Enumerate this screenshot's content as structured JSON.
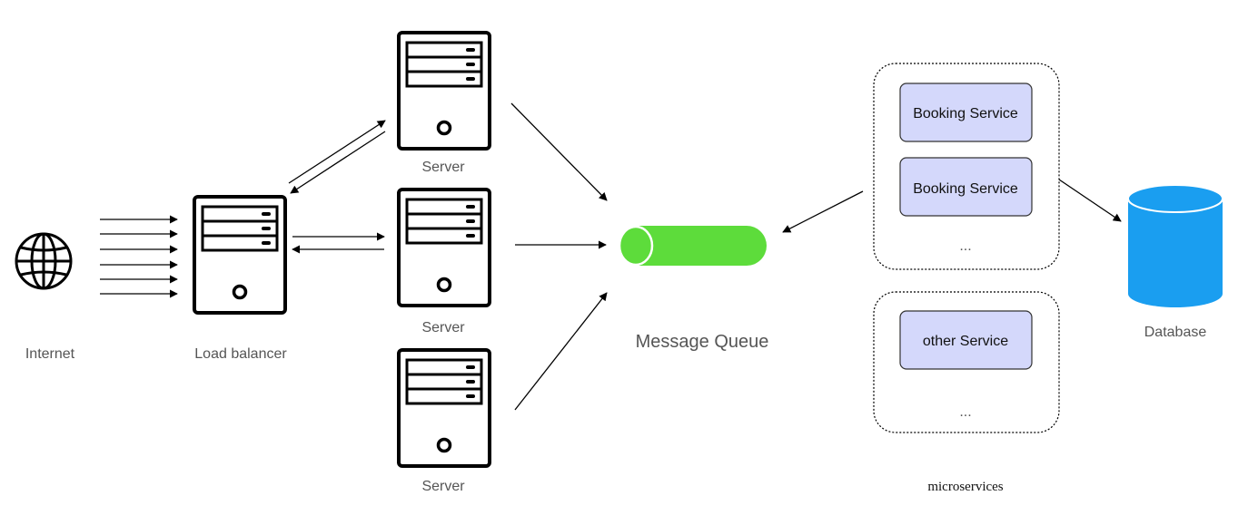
{
  "labels": {
    "internet": "Internet",
    "load_balancer": "Load balancer",
    "server": "Server",
    "message_queue": "Message Queue",
    "database": "Database",
    "microservices": "microservices"
  },
  "services": {
    "group1": [
      "Booking Service",
      "Booking Service"
    ],
    "group1_more": "...",
    "group2": [
      "other Service"
    ],
    "group2_more": "..."
  },
  "icons": {
    "internet": "globe-icon",
    "load_balancer": "server-tower-icon",
    "server": "server-tower-icon",
    "queue": "cylinder-queue-icon",
    "database": "database-cylinder-icon"
  },
  "colors": {
    "queue": "#5ddc3b",
    "database": "#1a9ef0",
    "service_fill": "#d4d8fb",
    "service_stroke": "#333333",
    "label_gray": "#555555"
  }
}
